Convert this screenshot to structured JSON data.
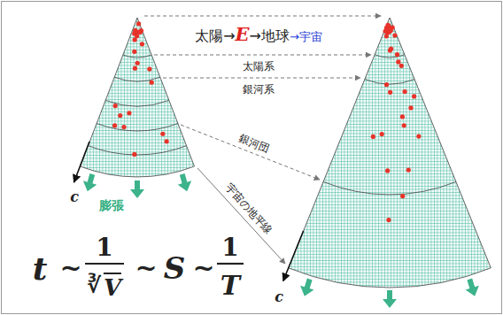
{
  "diagram": {
    "labels": [
      "太陽→",
      "E",
      "→地球",
      "→宇宙",
      "太陽系",
      "銀河系",
      "銀河団",
      "宇宙の地平線",
      "膨張",
      "c",
      "c",
      "t",
      "~",
      "1",
      "∛",
      "V",
      "~",
      "S",
      "~",
      "1",
      "T"
    ]
  }
}
